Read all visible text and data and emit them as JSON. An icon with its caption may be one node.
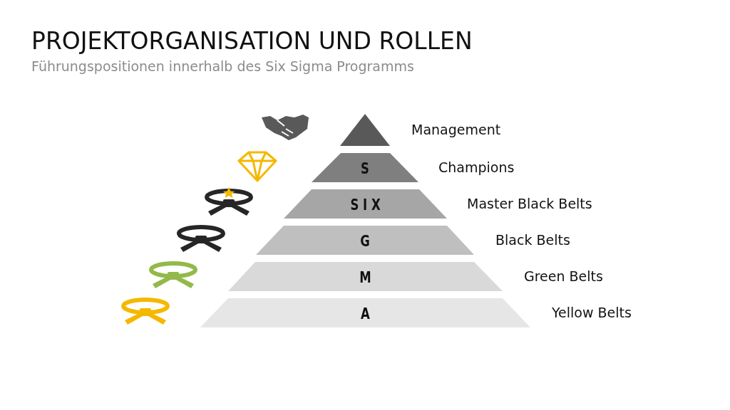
{
  "diagram": {
    "title": "PROJEKTORGANISATION UND ROLLEN",
    "nodes": [
      {
        "text": [],
        "shape": "triangle",
        "beside": [
          "Management"
        ]
      },
      {
        "text": [
          "S"
        ],
        "beside": [
          "Champions"
        ]
      },
      {
        "text": [
          "S I X"
        ],
        "beside": [
          "Master Black Belts"
        ]
      },
      {
        "text": [
          "G"
        ],
        "beside": [
          "Black Belts"
        ]
      },
      {
        "text": [
          "M"
        ],
        "beside": [
          "Green Belts"
        ]
      },
      {
        "text": [
          "A"
        ],
        "beside": [
          "Yellow Belts"
        ]
      }
    ],
    "labels": [
      "Führungspositionen innerhalb des Six Sigma Programms"
    ]
  }
}
